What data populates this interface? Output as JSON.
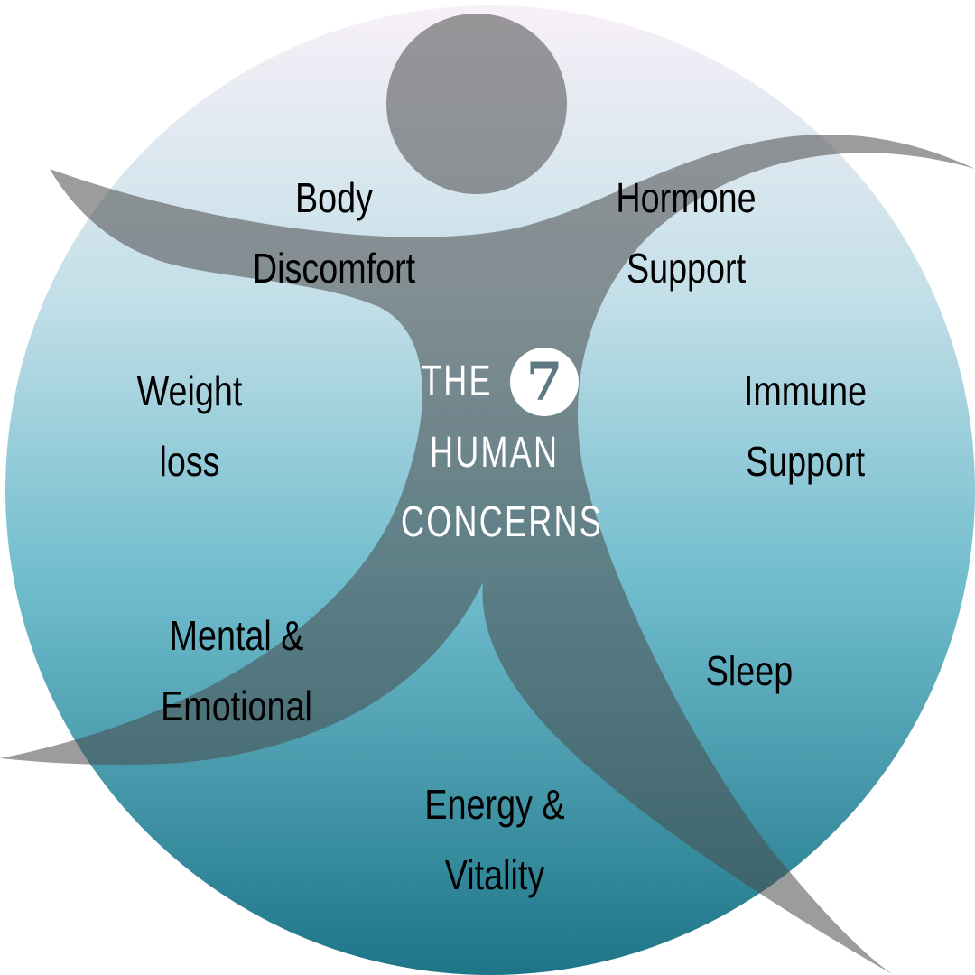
{
  "title": {
    "line1": "THE",
    "number": "7",
    "line2": "HUMAN",
    "line3": "CONCERNS"
  },
  "concerns": [
    {
      "line1": "Body",
      "line2": "Discomfort"
    },
    {
      "line1": "Hormone",
      "line2": "Support"
    },
    {
      "line1": "Weight",
      "line2": "loss"
    },
    {
      "line1": "Immune",
      "line2": "Support"
    },
    {
      "line1": "Mental &",
      "line2": "Emotional"
    },
    {
      "line1": "Sleep",
      "line2": ""
    },
    {
      "line1": "Energy &",
      "line2": "Vitality"
    }
  ],
  "colors": {
    "circle_top": "#f7f1f8",
    "circle_mid": "#9fd0dd",
    "circle_bottom": "#1f7788",
    "figure": "#505050"
  }
}
